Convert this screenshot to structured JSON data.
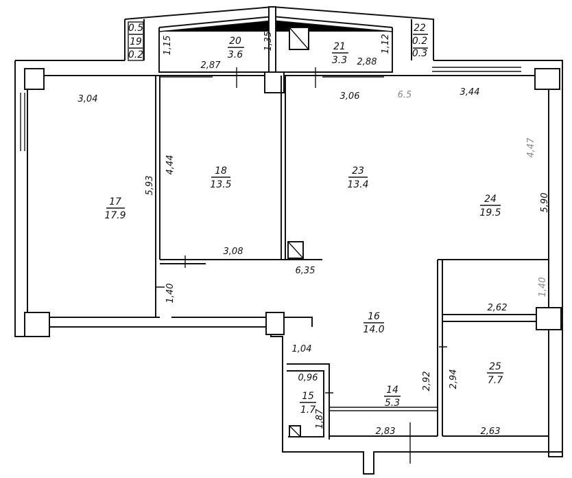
{
  "rooms": {
    "r17": {
      "number": "17",
      "area": "17.9"
    },
    "r18": {
      "number": "18",
      "area": "13.5"
    },
    "r23": {
      "number": "23",
      "area": "13.4"
    },
    "r24": {
      "number": "24",
      "area": "19.5"
    },
    "r16": {
      "number": "16",
      "area": "14.0"
    },
    "r25": {
      "number": "25",
      "area": "7.7"
    },
    "r14": {
      "number": "14",
      "area": "5.3"
    },
    "r15": {
      "number": "15",
      "area": "1.7"
    },
    "r20": {
      "number": "20",
      "area": "3.6"
    },
    "r21": {
      "number": "21",
      "area": "3.3"
    },
    "r19": {
      "number": "19",
      "top": "0.5",
      "area": "0.2"
    },
    "r22": {
      "number": "22",
      "top": "0.2",
      "area": "0.3"
    }
  },
  "dimensions": {
    "d304": "3,04",
    "d593": "5,93",
    "d444": "4,44",
    "d306": "3,06",
    "d344": "3,44",
    "d590": "5,90",
    "d308": "3,08",
    "d635": "6,35",
    "d140": "1,40",
    "d104": "1,04",
    "d096": "0,96",
    "d187": "1,87",
    "d283": "2,83",
    "d263": "2,63",
    "d292": "2,92",
    "d294": "2,94",
    "d262": "2,62",
    "d140r": "1,40",
    "d287": "2,87",
    "d288": "2,88",
    "d115": "1,15",
    "d135": "1,35",
    "d112": "1,12"
  },
  "handwritten": {
    "h65": "6.5",
    "h447": "4,47"
  }
}
